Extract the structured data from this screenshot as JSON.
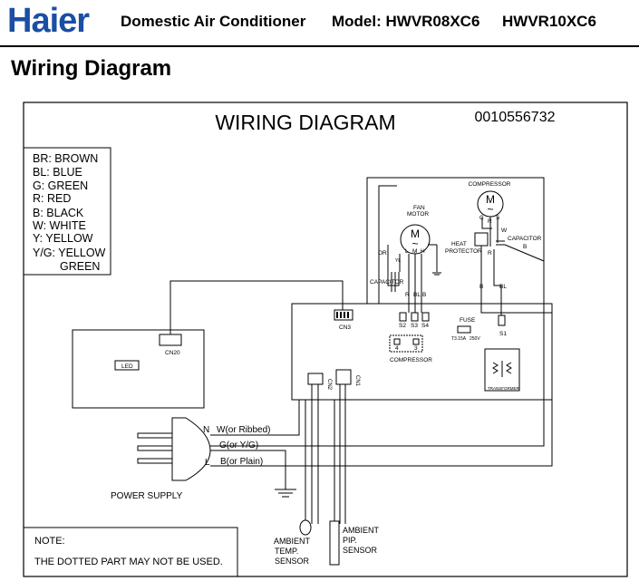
{
  "header": {
    "brand": "Haier",
    "product": "Domestic Air Conditioner",
    "model": "Model: HWVR08XC6",
    "model2": "HWVR10XC6"
  },
  "section_title": "Wiring Diagram",
  "diagram": {
    "title": "WIRING DIAGRAM",
    "code": "0010556732",
    "legend": [
      "BR: BROWN",
      "BL: BLUE",
      "G: GREEN",
      "R: RED",
      "B: BLACK",
      "W: WHITE",
      "Y: YELLOW",
      "Y/G: YELLOW",
      "GREEN"
    ],
    "compressor_motor_label": "COMPRESSOR",
    "motor_glyph": "M",
    "tilde": "~",
    "c_label": "C",
    "r_label": "R",
    "s_label": "S",
    "w_label": "W",
    "capacitor_right_label": "CAPACITOR",
    "b_label": "B",
    "heat_protector_1": "HEAT",
    "heat_protector_2": "PROTECTOR",
    "fan_motor_1": "FAN",
    "fan_motor_2": "MOTOR",
    "fan_l": "L",
    "fan_m": "M",
    "fan_h": "H",
    "or_label": "OR",
    "yl_label": "YL",
    "capacitor_left_label": "CAPACITOR",
    "wire_r": "R",
    "wire_bl": "BL",
    "wire_b": "B",
    "s2": "S2",
    "s3": "S3",
    "s4": "S4",
    "cn3": "CN3",
    "fuse": "FUSE",
    "fuse_rating": "T3.15A",
    "fuse_voltage": "250V",
    "s1": "S1",
    "term4": "4",
    "term3": "3",
    "compressor_relay": "COMPRESSOR",
    "transformer": "TRANSFORMER",
    "cn20": "CN20",
    "led": "LED",
    "cn2": "CN2",
    "cn1": "CN1",
    "n_label": "N",
    "n_wire": "W(or Ribbed)",
    "g_wire": "G(or Y/G)",
    "l_label": "L",
    "l_wire": "B(or Plain)",
    "power_supply": "POWER SUPPLY",
    "amb_temp_1": "AMBIENT",
    "amb_temp_2": "TEMP.",
    "amb_temp_3": "SENSOR",
    "amb_pip_1": "AMBIENT",
    "amb_pip_2": "PIP.",
    "amb_pip_3": "SENSOR",
    "note_title": "NOTE:",
    "note_text": "THE DOTTED PART MAY NOT BE USED."
  }
}
